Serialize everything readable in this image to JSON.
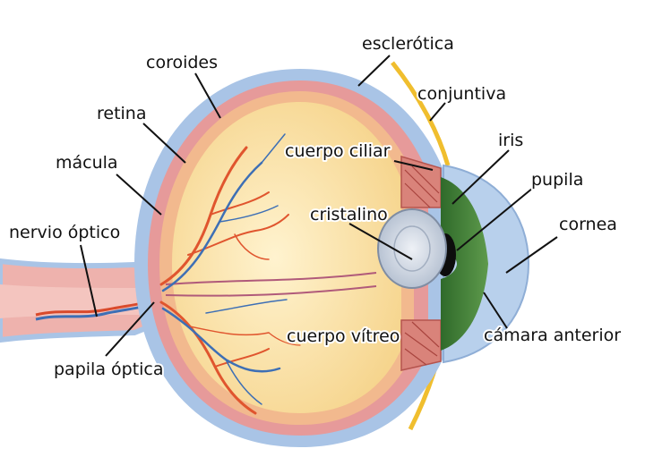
{
  "labels": {
    "esclerotica": "esclerótica",
    "coroides": "coroides",
    "conjuntiva": "conjuntiva",
    "retina": "retina",
    "iris": "iris",
    "cuerpo_ciliar": "cuerpo ciliar",
    "macula": "mácula",
    "pupila": "pupila",
    "cristalino": "cristalino",
    "cornea": "cornea",
    "nervio_optico": "nervio óptico",
    "cuerpo_vitreo": "cuerpo vítreo",
    "camara_anterior": "cámara anterior",
    "papila_optica": "papila óptica"
  },
  "colors": {
    "sclera": "#a9c4e6",
    "choroid": "#e69a9a",
    "retina": "#f2b98e",
    "vitreous": "#fbe3a8",
    "lens": "#c9d2df",
    "iris": "#3f7a3a",
    "nerve": "#efa9a4",
    "vessel_artery": "#e0552e",
    "vessel_vein": "#3d6fb5",
    "conjunctiva": "#f2c232"
  }
}
